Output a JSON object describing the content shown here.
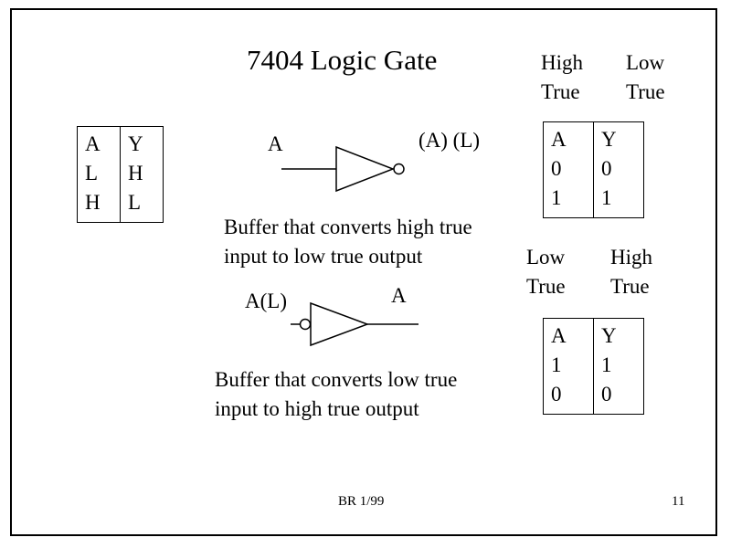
{
  "slide": {
    "title": "7404 Logic Gate",
    "background": "#ffffff",
    "line_color": "#000000"
  },
  "header_labels": {
    "high_true": [
      "High",
      "True"
    ],
    "low_true": [
      "Low",
      "True"
    ]
  },
  "left_table": {
    "col_a": [
      "A",
      "L",
      "H"
    ],
    "col_y": [
      "Y",
      "H",
      "L"
    ]
  },
  "gate1": {
    "input_label": "A",
    "output_label": "(A) (L)",
    "caption": [
      "Buffer that converts high true",
      "input to low true output"
    ]
  },
  "table1": {
    "col_a": [
      "A",
      "0",
      "1"
    ],
    "col_y": [
      "Y",
      "0",
      "1"
    ]
  },
  "mid_labels": {
    "low_true": [
      "Low",
      "True"
    ],
    "high_true": [
      "High",
      "True"
    ]
  },
  "gate2": {
    "input_label": "A(L)",
    "output_label": "A",
    "caption": [
      "Buffer that converts low true",
      "input to high true output"
    ]
  },
  "table2": {
    "col_a": [
      "A",
      "1",
      "0"
    ],
    "col_y": [
      "Y",
      "1",
      "0"
    ]
  },
  "footer": {
    "credit": "BR 1/99",
    "page": "11"
  }
}
